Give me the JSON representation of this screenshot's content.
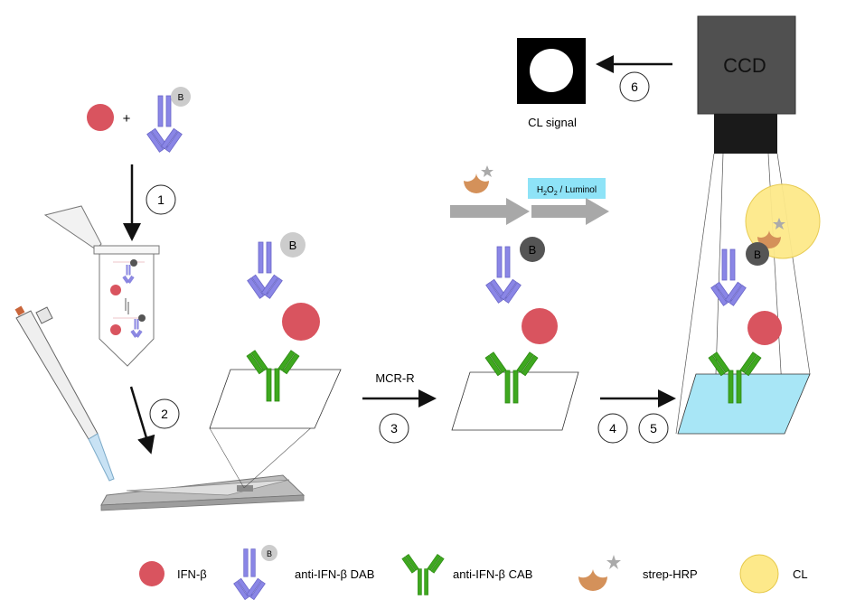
{
  "labels": {
    "badge_b": "B",
    "plus": "+",
    "ccd": "CCD",
    "cl_signal": "CL signal",
    "reagent": "H2O2 / Luminol",
    "reagent_base": "H",
    "reagent_sub1": "2",
    "reagent_mid": "O",
    "reagent_sub2": "2",
    "reagent_rest": " / Luminol",
    "mcr": "MCR-R"
  },
  "steps": [
    "1",
    "2",
    "3",
    "4",
    "5",
    "6"
  ],
  "legend": {
    "ifn": "IFN-β",
    "dab": "anti-IFN-β DAB",
    "cab": "anti-IFN-β CAB",
    "hrp": "strep-HRP",
    "cl": "CL"
  },
  "colors": {
    "ifn": "#d9545f",
    "dab": "#8a86e6",
    "cab": "#3ea81f",
    "hrp": "#d4915a",
    "cl": "#fde98a",
    "badge_light": "#cccccc",
    "badge_dark": "#555555",
    "ccd_body": "#505050",
    "reagent_box": "#8ee3f7",
    "surface_blue": "#a8e6f6"
  },
  "icons": {
    "arrow": "arrow-icon",
    "pipette": "pipette-icon",
    "tube": "tube-icon",
    "camera": "ccd-camera-icon"
  }
}
